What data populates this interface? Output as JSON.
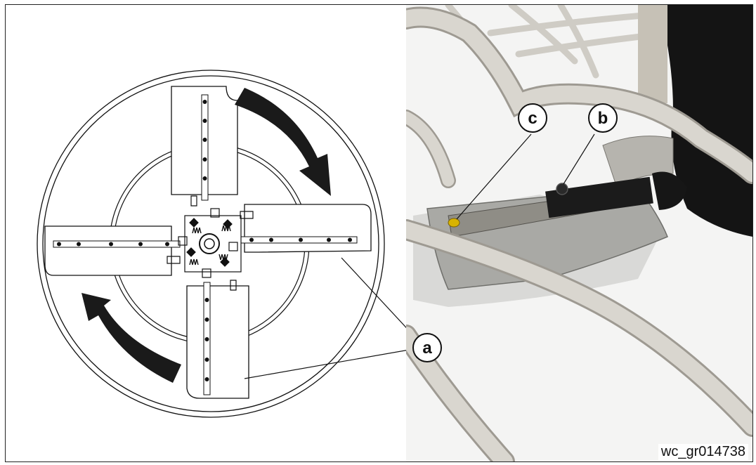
{
  "callouts": {
    "a": "a",
    "b": "b",
    "c": "c"
  },
  "figure_id": "wc_gr014738",
  "colors": {
    "line": "#111111",
    "arrow": "#1a1a1a",
    "tube": "#d9d6cf",
    "tube_shadow": "#9e9a92",
    "floor": "#f2f2f2",
    "blade": "#a9a9a5",
    "blade_edge": "#6f6f6b",
    "bracket": "#1b1b1b",
    "bolt_yellow": "#d8b300"
  }
}
